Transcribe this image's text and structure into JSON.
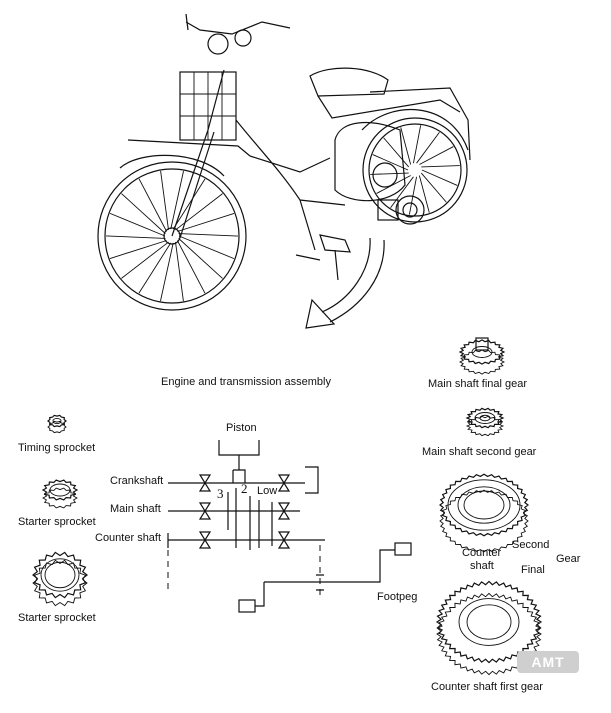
{
  "labels": {
    "assembly": "Engine and transmission assembly",
    "main_shaft_final_gear": "Main shaft final gear",
    "main_shaft_second_gear": "Main shaft second gear",
    "timing_sprocket": "Timing sprocket",
    "starter_sprocket_1": "Starter sprocket",
    "starter_sprocket_2": "Starter sprocket",
    "piston": "Piston",
    "crankshaft": "Crankshaft",
    "main_shaft": "Main shaft",
    "counter_shaft": "Counter shaft",
    "low": "Low",
    "gear_3": "3",
    "gear_2": "2",
    "footpeg": "Footpeg",
    "counter_shaft_line1": "Counter",
    "counter_shaft_line2": "shaft",
    "second": "Second",
    "gear": "Gear",
    "final": "Final",
    "counter_shaft_first_gear": "Counter shaft first gear"
  },
  "watermark": "AMT",
  "icons": [
    "moped-illustration",
    "gear-icon",
    "sprocket-icon",
    "shaft-schematic"
  ]
}
